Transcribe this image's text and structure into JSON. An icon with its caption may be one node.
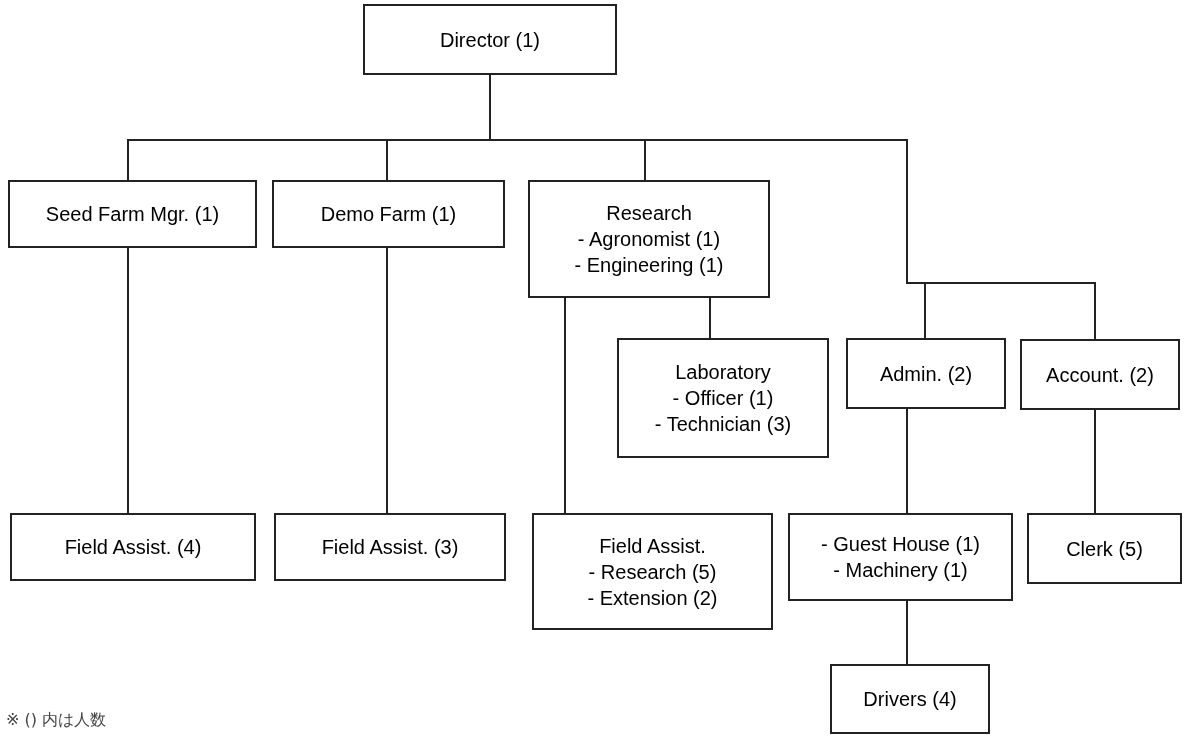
{
  "diagram": {
    "nodes": [
      {
        "text": [
          "Director (1)"
        ]
      },
      {
        "text": [
          "Seed Farm Mgr. (1)"
        ]
      },
      {
        "text": [
          "Demo Farm (1)"
        ]
      },
      {
        "text": [
          "Research",
          "- Agronomist (1)",
          "- Engineering (1)"
        ]
      },
      {
        "text": [
          "Laboratory",
          "- Officer (1)",
          "- Technician (3)"
        ]
      },
      {
        "text": [
          "Admin. (2)"
        ]
      },
      {
        "text": [
          "Account. (2)"
        ]
      },
      {
        "text": [
          "Field Assist. (4)"
        ]
      },
      {
        "text": [
          "Field Assist. (3)"
        ]
      },
      {
        "text": [
          "Field Assist.",
          "- Research (5)",
          "- Extension (2)"
        ]
      },
      {
        "text": [
          "- Guest House (1)",
          "- Machinery (1)"
        ]
      },
      {
        "text": [
          "Clerk (5)"
        ]
      },
      {
        "text": [
          "Drivers (4)"
        ]
      }
    ],
    "edges": [
      {
        "from": 0,
        "to": 1,
        "arrow": "none"
      },
      {
        "from": 0,
        "to": 2,
        "arrow": "none"
      },
      {
        "from": 0,
        "to": 3,
        "arrow": "none"
      },
      {
        "from": 0,
        "to": 5,
        "arrow": "none"
      },
      {
        "from": 0,
        "to": 6,
        "arrow": "none"
      },
      {
        "from": 1,
        "to": 7,
        "arrow": "none"
      },
      {
        "from": 2,
        "to": 8,
        "arrow": "none"
      },
      {
        "from": 3,
        "to": 9,
        "arrow": "none"
      },
      {
        "from": 3,
        "to": 4,
        "arrow": "none"
      },
      {
        "from": 5,
        "to": 10,
        "arrow": "none"
      },
      {
        "from": 6,
        "to": 11,
        "arrow": "none"
      },
      {
        "from": 10,
        "to": 12,
        "arrow": "none"
      }
    ],
    "labels": [
      "※ () 内は人数"
    ]
  }
}
